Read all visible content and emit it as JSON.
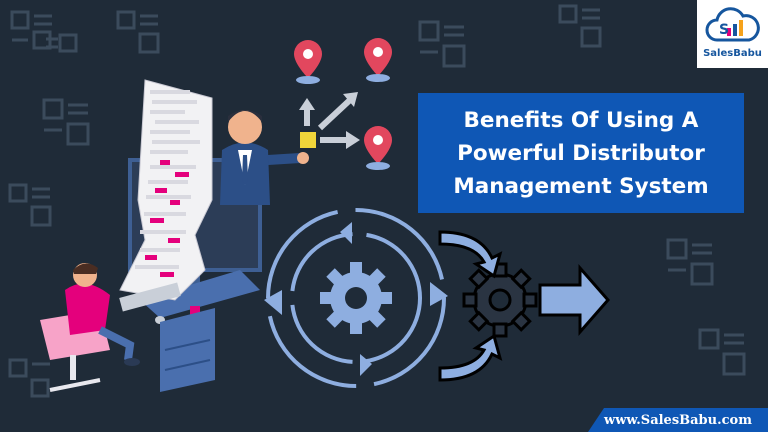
{
  "title": {
    "lines": [
      "Benefits Of Using A",
      "Powerful Distributor",
      "Management System"
    ]
  },
  "logo": {
    "brand_name": "SalesBabu",
    "icon": "cloud-chart-icon"
  },
  "footer": {
    "url": "www.SalesBabu.com"
  },
  "colors": {
    "background": "#1f2b38",
    "title_box": "#0f57b5",
    "footer_band": "#0f57b5",
    "accent_pink": "#e4007c",
    "pin_red": "#e2475e",
    "cycle_blue": "#8eaee0"
  },
  "icons": [
    "document-list-icon",
    "location-pin-icon",
    "gear-icon",
    "cycle-arrows-icon",
    "right-arrow-icon",
    "businessman-icon",
    "person-at-computer-icon",
    "paper-report-icon"
  ]
}
